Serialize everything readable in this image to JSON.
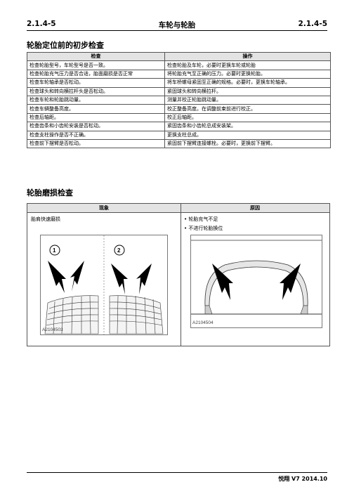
{
  "header": {
    "left": "2.1.4-5",
    "center": "车轮与轮胎",
    "right": "2.1.4-5"
  },
  "section1": {
    "title": "轮胎定位前的初步检查",
    "columns": [
      "检查",
      "操作"
    ],
    "rows": [
      [
        "检查轮胎型号，车轮型号是否一致。",
        "检查轮胎及车轮，必要时更换车轮或轮胎"
      ],
      [
        "检查轮胎充气压力是否合适，胎面磨损是否正常",
        "将轮胎充气至正确的压力。必要时更换轮胎。"
      ],
      [
        "检查车轮轴承是否松动。",
        "将车桥螺母紧固至正确的规格。必要时，更换车轮轴承。"
      ],
      [
        "检查球头和转向横拉杆头是否松动。",
        "紧固球头和转向横拉杆。"
      ],
      [
        "检查车轮和轮胎跳动量。",
        "测量并校正轮胎跳动量。"
      ],
      [
        "检查车辆整备高度。",
        "校正整备高度。在调整前束前进行校正。"
      ],
      [
        "检查后轴距。",
        "校正后轴距。"
      ],
      [
        "检查齿条和小齿轮安装是否松动。",
        "紧固齿条和小齿轮总成安装架。"
      ],
      [
        "检查支柱操作是否不正确。",
        "更换支柱总成。"
      ],
      [
        "检查前下摆臂是否松动。",
        "紧固前下摆臂连接螺栓。必要时，更换前下摆臂。"
      ]
    ]
  },
  "section2": {
    "title": "轮胎磨损检查",
    "col_phenomenon": "现象",
    "col_cause": "原因",
    "phenomenon_text": "胎肩快速磨损",
    "causes": [
      "轮胎充气不足",
      "不进行轮胎换位"
    ],
    "figure_left": {
      "label": "A2104503",
      "callouts": [
        "1",
        "2"
      ]
    },
    "figure_right": {
      "label": "A2104504"
    }
  },
  "footer": {
    "text": "悦翔 V7 2014.10"
  }
}
